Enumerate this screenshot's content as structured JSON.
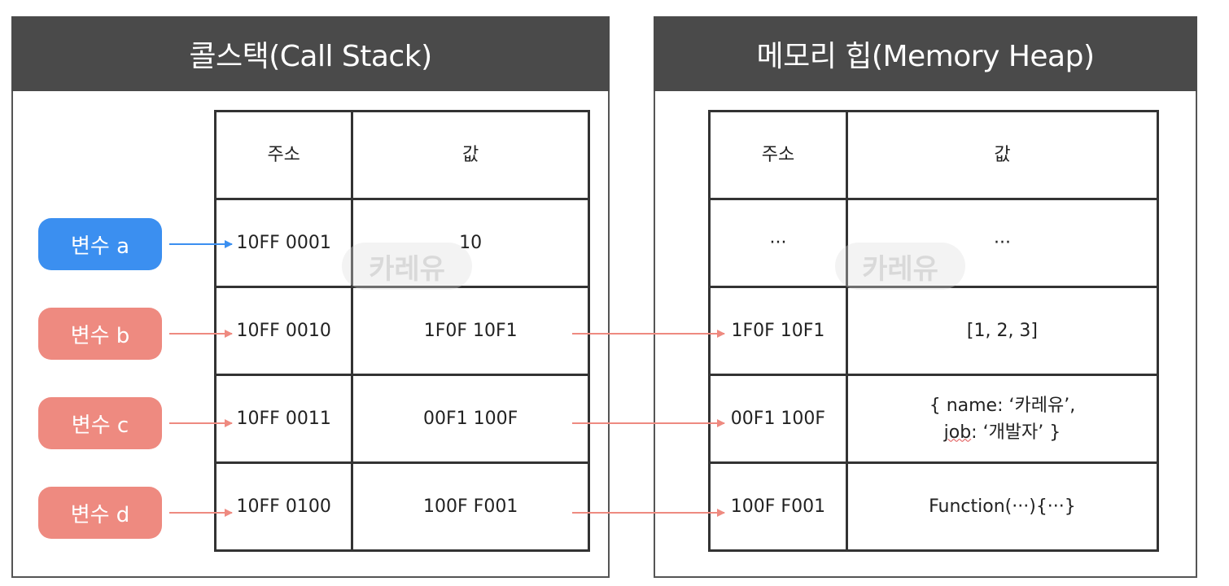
{
  "call_stack": {
    "title": "콜스택(Call Stack)",
    "headers": {
      "address": "주소",
      "value": "값"
    },
    "rows": [
      {
        "address": "10FF 0001",
        "value": "10"
      },
      {
        "address": "10FF 0010",
        "value": "1F0F 10F1"
      },
      {
        "address": "10FF 0011",
        "value": "00F1 100F"
      },
      {
        "address": "10FF 0100",
        "value": "100F F001"
      }
    ]
  },
  "memory_heap": {
    "title": "메모리 힙(Memory Heap)",
    "headers": {
      "address": "주소",
      "value": "값"
    },
    "rows": [
      {
        "address": "···",
        "value": "···"
      },
      {
        "address": "1F0F 10F1",
        "value": "[1, 2, 3]"
      },
      {
        "address": "00F1 100F",
        "value_line1": "{ name: ‘카레유’,",
        "value_line2_key": "job",
        "value_line2_rest": ": ‘개발자’ }"
      },
      {
        "address": "100F F001",
        "value": "Function(···){···}"
      }
    ]
  },
  "variables": [
    {
      "label": "변수 a",
      "color": "#3b8ff0"
    },
    {
      "label": "변수 b",
      "color": "#ee8a80"
    },
    {
      "label": "변수 c",
      "color": "#ee8a80"
    },
    {
      "label": "변수 d",
      "color": "#ee8a80"
    }
  ],
  "watermark": "카레유",
  "colors": {
    "header_bg": "#4a4a4a",
    "arrow_blue": "#3b8ff0",
    "arrow_pink": "#ee8a80"
  }
}
